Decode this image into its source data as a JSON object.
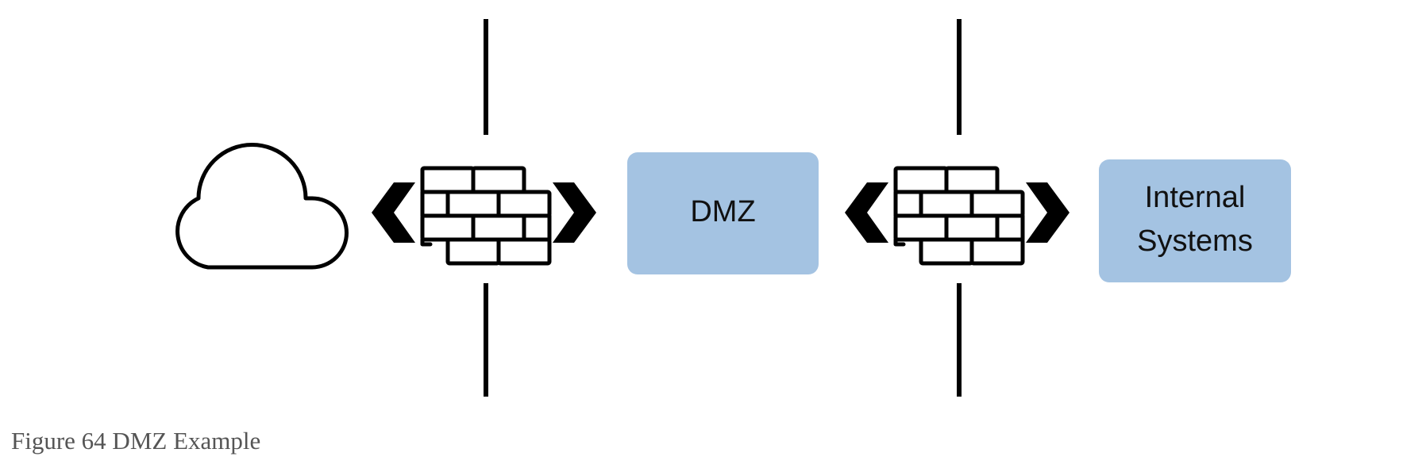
{
  "diagram": {
    "nodes": [
      {
        "id": "internet",
        "icon": "cloud-icon"
      },
      {
        "id": "firewall-1",
        "icon": "firewall-brick-icon"
      },
      {
        "id": "dmz",
        "label": "DMZ"
      },
      {
        "id": "firewall-2",
        "icon": "firewall-brick-icon"
      },
      {
        "id": "internal",
        "label_lines": [
          "Internal",
          "Systems"
        ]
      }
    ],
    "colors": {
      "box_fill": "#a4c3e2",
      "stroke": "#000000",
      "caption": "#555555"
    }
  },
  "caption": "Figure 64 DMZ Example"
}
